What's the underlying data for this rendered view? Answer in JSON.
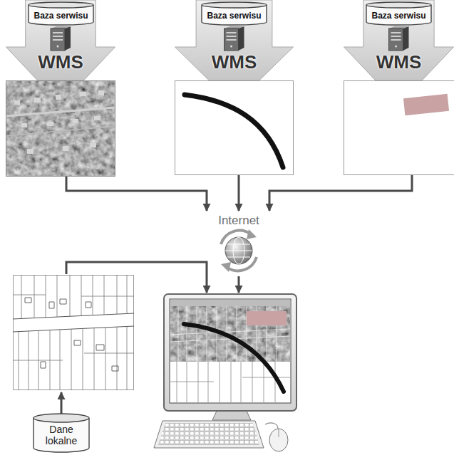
{
  "diagram": {
    "nodes": [
      {
        "text": [
          "WMS"
        ]
      },
      {
        "text": [
          "Baza serwisu"
        ],
        "in": 0
      },
      {
        "text": [
          "WMS"
        ]
      },
      {
        "text": [
          "Baza serwisu"
        ],
        "in": 2
      },
      {
        "text": [
          "WMS"
        ]
      },
      {
        "text": [
          "Baza serwisu"
        ],
        "in": 4
      },
      {
        "text": [
          "Internet"
        ]
      },
      {
        "text": [
          "Dane lokalne"
        ]
      }
    ],
    "edges": [
      {
        "from": 0,
        "to": 6,
        "arrow": "to"
      },
      {
        "from": 2,
        "to": 6,
        "arrow": "to"
      },
      {
        "from": 4,
        "to": 6,
        "arrow": "to"
      }
    ]
  }
}
